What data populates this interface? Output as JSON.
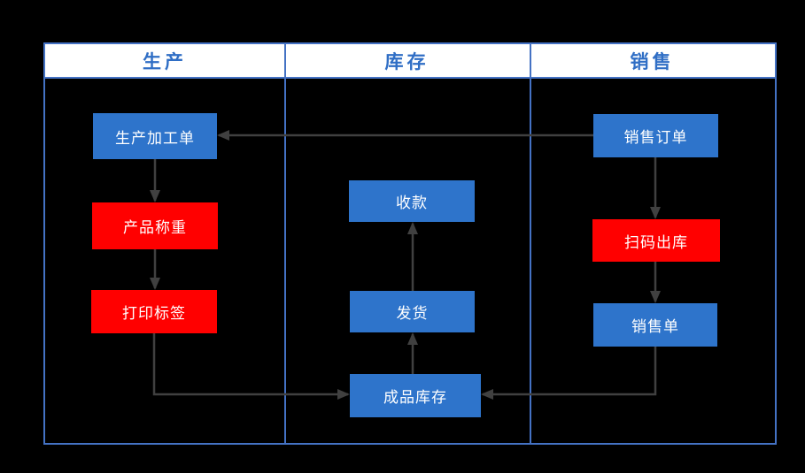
{
  "diagram": {
    "title": "production-inventory-sales-flowchart",
    "lanes": [
      {
        "title": "生产"
      },
      {
        "title": "库存"
      },
      {
        "title": "销售"
      }
    ],
    "nodes": {
      "prod_order": {
        "label": "生产加工单",
        "color": "blue",
        "lane": "生产"
      },
      "weigh": {
        "label": "产品称重",
        "color": "red",
        "lane": "生产"
      },
      "print_label": {
        "label": "打印标签",
        "color": "red",
        "lane": "生产"
      },
      "receipt": {
        "label": "收款",
        "color": "blue",
        "lane": "库存"
      },
      "ship": {
        "label": "发货",
        "color": "blue",
        "lane": "库存"
      },
      "fg_stock": {
        "label": "成品库存",
        "color": "blue",
        "lane": "库存"
      },
      "sales_order": {
        "label": "销售订单",
        "color": "blue",
        "lane": "销售"
      },
      "scan_out": {
        "label": "扫码出库",
        "color": "red",
        "lane": "销售"
      },
      "sales_slip": {
        "label": "销售单",
        "color": "blue",
        "lane": "销售"
      }
    },
    "edges": [
      {
        "from": "sales_order",
        "to": "prod_order"
      },
      {
        "from": "prod_order",
        "to": "weigh"
      },
      {
        "from": "weigh",
        "to": "print_label"
      },
      {
        "from": "print_label",
        "to": "fg_stock"
      },
      {
        "from": "sales_order",
        "to": "scan_out"
      },
      {
        "from": "scan_out",
        "to": "sales_slip"
      },
      {
        "from": "sales_slip",
        "to": "fg_stock"
      },
      {
        "from": "fg_stock",
        "to": "ship"
      },
      {
        "from": "ship",
        "to": "receipt"
      }
    ],
    "colors": {
      "background": "#000000",
      "lane_border": "#4472C4",
      "header_bg": "#FFFFFF",
      "header_text": "#2F6EC5",
      "node_blue": "#2E74CB",
      "node_red": "#FF0000",
      "node_text": "#FFFFFF",
      "arrow": "#404040"
    }
  }
}
